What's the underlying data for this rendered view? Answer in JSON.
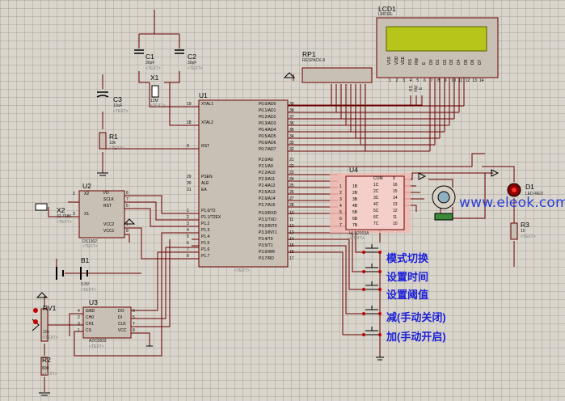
{
  "components": {
    "lcd": {
      "ref": "LCD1",
      "part": "LM016L",
      "pins": [
        "VSS",
        "VDD",
        "VEE",
        "RS",
        "RW",
        "E",
        "D0",
        "D1",
        "D2",
        "D3",
        "D4",
        "D5",
        "D6",
        "D7"
      ],
      "pin_numbers": [
        "1",
        "2",
        "3",
        "4",
        "5",
        "6",
        "7",
        "8",
        "9",
        "10",
        "11",
        "12",
        "13",
        "14"
      ]
    },
    "rp1": {
      "ref": "RP1",
      "part": "RESPACK-8"
    },
    "c1": {
      "ref": "C1",
      "value": "30pF"
    },
    "c2": {
      "ref": "C2",
      "value": "30pF"
    },
    "x1": {
      "ref": "X1",
      "value": "12M"
    },
    "c3": {
      "ref": "C3",
      "value": "10uF"
    },
    "r1": {
      "ref": "R1",
      "value": "10k"
    },
    "u1": {
      "ref": "U1",
      "left_pins": [
        {
          "num": "19",
          "name": "XTAL1"
        },
        {
          "num": "18",
          "name": "XTAL2"
        },
        {
          "num": "9",
          "name": "RST"
        },
        {
          "num": "29",
          "name": "PSEN"
        },
        {
          "num": "30",
          "name": "ALE"
        },
        {
          "num": "31",
          "name": "EA"
        },
        {
          "num": "1",
          "name": "P1.0/T2"
        },
        {
          "num": "2",
          "name": "P1.1/T2EX"
        },
        {
          "num": "3",
          "name": "P1.2"
        },
        {
          "num": "4",
          "name": "P1.3"
        },
        {
          "num": "5",
          "name": "P1.4"
        },
        {
          "num": "6",
          "name": "P1.5"
        },
        {
          "num": "7",
          "name": "P1.6"
        },
        {
          "num": "8",
          "name": "P1.7"
        }
      ],
      "right_pins": [
        {
          "num": "39",
          "name": "P0.0/AD0"
        },
        {
          "num": "38",
          "name": "P0.1/AD1"
        },
        {
          "num": "37",
          "name": "P0.2/AD2"
        },
        {
          "num": "36",
          "name": "P0.3/AD3"
        },
        {
          "num": "35",
          "name": "P0.4/AD4"
        },
        {
          "num": "34",
          "name": "P0.5/AD5"
        },
        {
          "num": "33",
          "name": "P0.6/AD6"
        },
        {
          "num": "32",
          "name": "P0.7/AD7"
        },
        {
          "num": "21",
          "name": "P2.0/A8"
        },
        {
          "num": "22",
          "name": "P2.1/A9"
        },
        {
          "num": "23",
          "name": "P2.2/A10"
        },
        {
          "num": "24",
          "name": "P2.3/A11"
        },
        {
          "num": "25",
          "name": "P2.4/A12"
        },
        {
          "num": "26",
          "name": "P2.5/A13"
        },
        {
          "num": "27",
          "name": "P2.6/A14"
        },
        {
          "num": "28",
          "name": "P2.7/A15"
        },
        {
          "num": "10",
          "name": "P3.0/RXD"
        },
        {
          "num": "11",
          "name": "P3.1/TXD"
        },
        {
          "num": "12",
          "name": "P3.2/INT0"
        },
        {
          "num": "13",
          "name": "P3.3/INT1"
        },
        {
          "num": "14",
          "name": "P3.4/T0"
        },
        {
          "num": "15",
          "name": "P3.5/T1"
        },
        {
          "num": "16",
          "name": "P3.6/WR"
        },
        {
          "num": "17",
          "name": "P3.7/RD"
        }
      ]
    },
    "u2": {
      "ref": "U2",
      "part": "DS1302",
      "left_pins": [
        {
          "num": "2",
          "name": "X2"
        },
        {
          "num": "3",
          "name": "X1"
        }
      ],
      "right_pins": [
        {
          "num": "6",
          "name": "I/O"
        },
        {
          "num": "7",
          "name": "SCLK"
        },
        {
          "num": "5",
          "name": "RST"
        },
        {
          "num": "1",
          "name": "VCC2"
        },
        {
          "num": "8",
          "name": "VCC1"
        }
      ]
    },
    "x2": {
      "ref": "X2",
      "value": "32.768K"
    },
    "b1": {
      "ref": "B1",
      "value": "3.3V"
    },
    "u3": {
      "ref": "U3",
      "part": "ADC0832",
      "left_pins": [
        {
          "num": "4",
          "name": "GND"
        },
        {
          "num": "2",
          "name": "CH0"
        },
        {
          "num": "3",
          "name": "CH1"
        },
        {
          "num": "1",
          "name": "CS"
        }
      ],
      "right_pins": [
        {
          "num": "6",
          "name": "DO"
        },
        {
          "num": "5",
          "name": "DI"
        },
        {
          "num": "7",
          "name": "CLK"
        },
        {
          "num": "8",
          "name": "VCC"
        }
      ]
    },
    "rv1": {
      "ref": "RV1",
      "value": "10k"
    },
    "r2": {
      "ref": "R2",
      "value": "800"
    },
    "u4": {
      "ref": "U4",
      "part": "ULN2003A",
      "left_pins": [
        {
          "num": "1",
          "name": "1B"
        },
        {
          "num": "2",
          "name": "2B"
        },
        {
          "num": "3",
          "name": "3B"
        },
        {
          "num": "4",
          "name": "4B"
        },
        {
          "num": "5",
          "name": "5B"
        },
        {
          "num": "6",
          "name": "6B"
        },
        {
          "num": "7",
          "name": "7B"
        }
      ],
      "right_pins": [
        {
          "num": "9",
          "name": "COM"
        },
        {
          "num": "16",
          "name": "1C"
        },
        {
          "num": "15",
          "name": "2C"
        },
        {
          "num": "14",
          "name": "3C"
        },
        {
          "num": "13",
          "name": "4C"
        },
        {
          "num": "12",
          "name": "5C"
        },
        {
          "num": "11",
          "name": "6C"
        },
        {
          "num": "10",
          "name": "7C"
        }
      ]
    },
    "d1": {
      "ref": "D1",
      "part": "LED-RED"
    },
    "r3": {
      "ref": "R3",
      "value": "10"
    },
    "rs_label": "RS",
    "rw_label": "RW",
    "e_label": "E"
  },
  "text_placeholder": "<TEXT>",
  "buttons": [
    "模式切换",
    "设置时间",
    "设置阈值",
    "减(手动关闭)",
    "加(手动开启)"
  ],
  "watermark": "www.eleok.com"
}
